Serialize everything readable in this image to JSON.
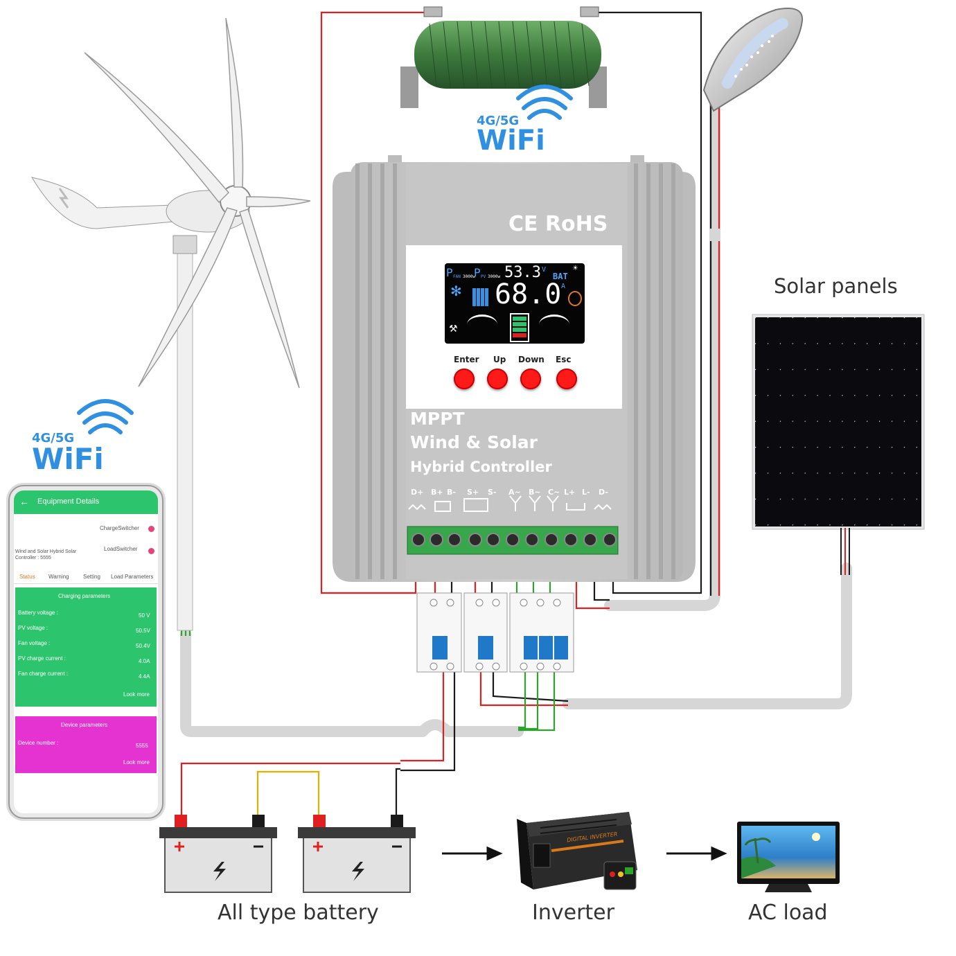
{
  "wifi_controller": {
    "band": "4G/5G",
    "label": "WiFi"
  },
  "wifi_phone": {
    "band": "4G/5G",
    "label": "WiFi"
  },
  "controller": {
    "cert": "CE RoHS",
    "title_line1": "MPPT",
    "title_line2": "Wind & Solar",
    "title_line3": "Hybrid  Controller",
    "buttons": [
      "Enter",
      "Up",
      "Down",
      "Esc"
    ],
    "terminals": [
      "D+",
      "B+",
      "B-",
      "S+",
      "S-",
      "A~",
      "B~",
      "C~",
      "L+",
      "L-",
      "D-"
    ],
    "lcd": {
      "p_fan": "P",
      "fan_sub": "FAN",
      "fan_power": "3000w",
      "p_pv": "P",
      "pv_sub": "PV",
      "pv_power": "3000w",
      "voltage": "53.3",
      "voltage_unit": "V",
      "current": "68.0",
      "current_unit": "A",
      "bat": "BAT"
    }
  },
  "labels": {
    "solar": "Solar panels",
    "battery": "All type battery",
    "inverter": "Inverter",
    "ac_load": "AC load",
    "inverter_brand": "DIGITAL INVERTER"
  },
  "phone_app": {
    "header": "Equipment Details",
    "charge_switch": "ChargeSwitcher",
    "load_switch": "LoadSwitcher",
    "device_name": "Wind and Solar Hybrid Solar Controller : 5555",
    "tabs": [
      "Status",
      "Warning",
      "Setting",
      "Load Parameters"
    ],
    "charging": {
      "title": "Charging parameters",
      "rows": [
        {
          "label": "Battery voltage  :",
          "value": "50 V"
        },
        {
          "label": "PV voltage  :",
          "value": "50.5V"
        },
        {
          "label": "Fan voltage  :",
          "value": "50.4V"
        },
        {
          "label": "PV charge current  :",
          "value": "4.0A"
        },
        {
          "label": "Fan charge current  :",
          "value": "4.4A"
        }
      ],
      "more": "Look more"
    },
    "device": {
      "title": "Device parameters",
      "rows": [
        {
          "label": "Device number  :",
          "value": "5555"
        }
      ],
      "more": "Look more"
    }
  },
  "colors": {
    "wire_red": "#e02020",
    "wire_black": "#1a1a1a",
    "wire_green": "#2aa52a",
    "wire_yellow": "#e0b000",
    "conduit": "#d6d6d6",
    "controller_body": "#c9c9c9",
    "wifi_blue": "#2f8fe0",
    "app_green": "#2cc46c",
    "app_magenta": "#e433d0",
    "button_red": "#ff1a1a"
  }
}
